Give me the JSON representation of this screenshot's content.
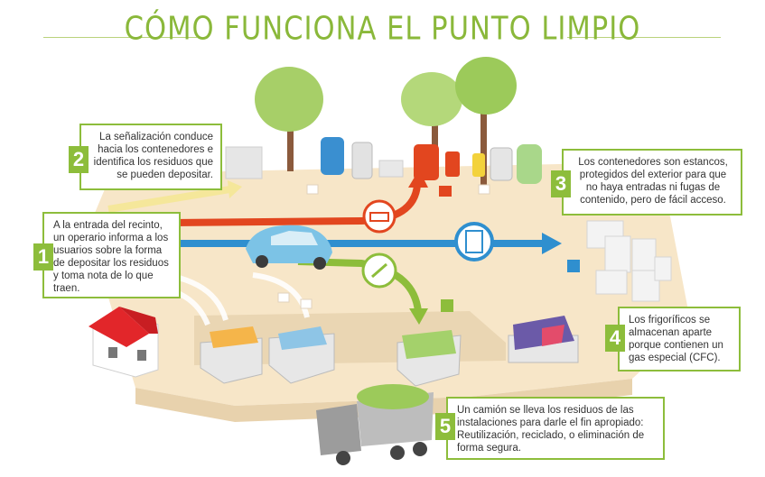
{
  "title": "CÓMO FUNCIONA EL PUNTO LIMPIO",
  "steps": [
    {
      "number": "1",
      "text": "A la entrada del recinto, un operario informa a los usuarios sobre la forma de depositar los residuos y toma nota de lo que traen."
    },
    {
      "number": "2",
      "text": "La señalización conduce hacia los contenedores e identifica los residuos que se pueden depositar."
    },
    {
      "number": "3",
      "text": "Los contenedores son estancos, protegidos del exterior para que no haya entradas ni fugas de contenido, pero de fácil acceso."
    },
    {
      "number": "4",
      "text": "Los frigoríficos se almacenan aparte porque contienen un gas especial (CFC)."
    },
    {
      "number": "5",
      "text": "Un camión se lleva los residuos de las instalaciones para darle el fin apropiado: Reutilización, reciclado, o eliminación de forma segura."
    }
  ],
  "colors": {
    "accent": "#8dbd3b",
    "ground": "#f7e6c8",
    "arrow_red": "#e2461f",
    "arrow_blue": "#2f8fcf",
    "arrow_green": "#8dbd3b",
    "arrow_yellow": "#f5e79a",
    "car": "#7cc3e6"
  }
}
